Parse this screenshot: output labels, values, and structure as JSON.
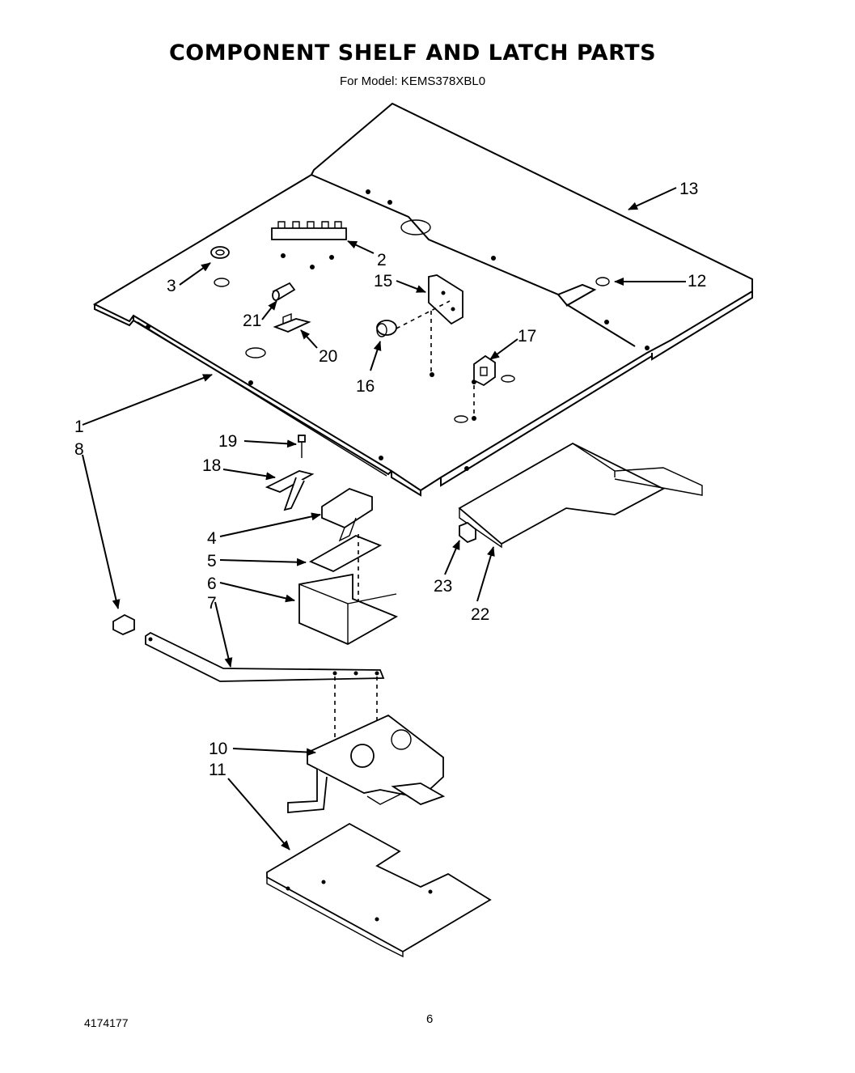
{
  "header": {
    "title": "COMPONENT SHELF AND LATCH PARTS",
    "model": "For Model: KEMS378XBL0"
  },
  "footer": {
    "doc_number": "4174177",
    "page_number": "6"
  },
  "callouts": [
    "1",
    "2",
    "3",
    "4",
    "5",
    "6",
    "7",
    "8",
    "10",
    "11",
    "12",
    "13",
    "15",
    "16",
    "17",
    "18",
    "19",
    "20",
    "21",
    "22",
    "23"
  ]
}
